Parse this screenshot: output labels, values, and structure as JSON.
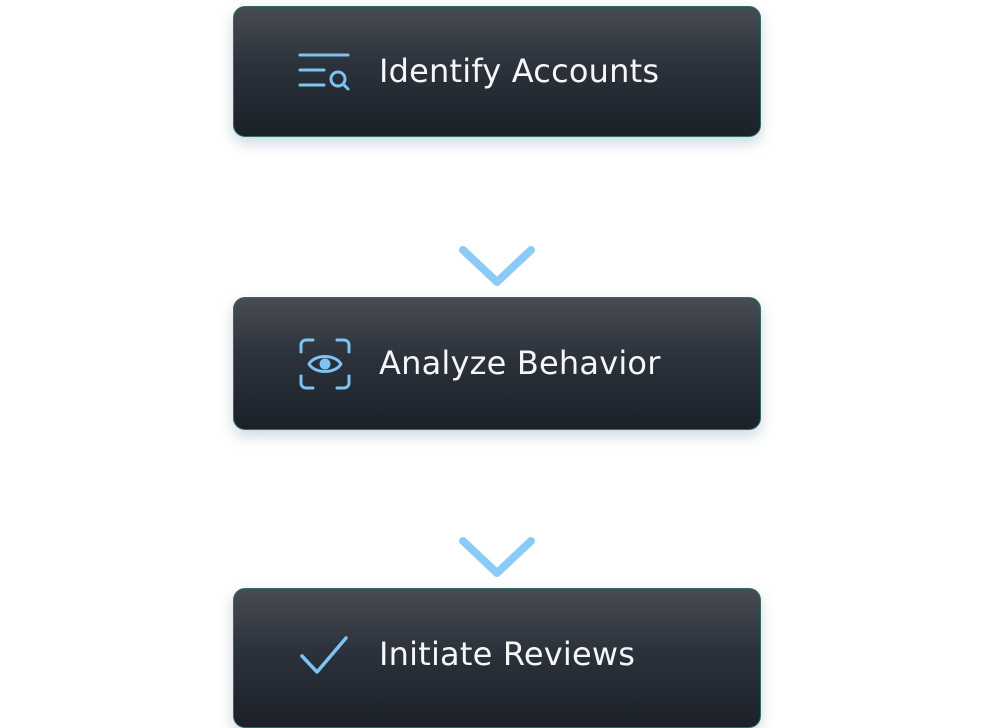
{
  "diagram": {
    "steps": [
      {
        "label": "Identify Accounts",
        "icon": "list-search-icon"
      },
      {
        "label": "Analyze Behavior",
        "icon": "eye-scan-icon"
      },
      {
        "label": "Initiate Reviews",
        "icon": "check-icon"
      }
    ],
    "connectors": [
      "arrow-down",
      "arrow-down"
    ],
    "colors": {
      "box_top": "#474c54",
      "box_bottom": "#1b2029",
      "box_border": "#2f6f5e",
      "icon": "#7ec3f2",
      "arrow_start": "#1d232b",
      "arrow_end": "#8ccbf5",
      "label": "#f4f6f8"
    }
  }
}
